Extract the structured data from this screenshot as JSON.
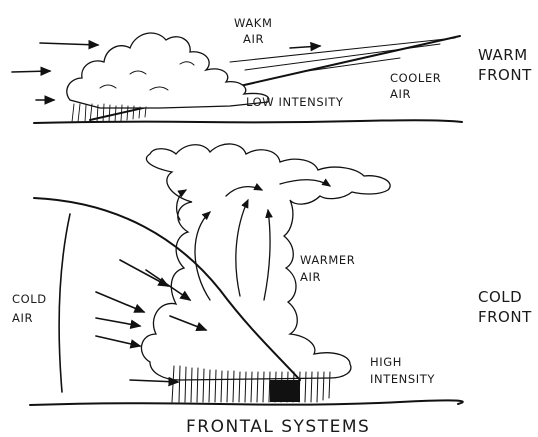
{
  "diagram": {
    "title": "FRONTAL SYSTEMS",
    "warm_front": {
      "side_label_line1": "WARM",
      "side_label_line2": "FRONT",
      "warm_air": [
        "WAKM",
        "AIR"
      ],
      "cooler_air": [
        "COOLER",
        "AIR"
      ],
      "intensity": "LOW INTENSITY"
    },
    "cold_front": {
      "side_label_line1": "COLD",
      "side_label_line2": "FRONT",
      "cold_air": [
        "COLD",
        "AIR"
      ],
      "warmer_air": [
        "WARMER",
        "AIR"
      ],
      "intensity": [
        "HIGH",
        "INTENSITY"
      ]
    },
    "colors": {
      "ink": "#111111",
      "background": "#ffffff"
    }
  }
}
